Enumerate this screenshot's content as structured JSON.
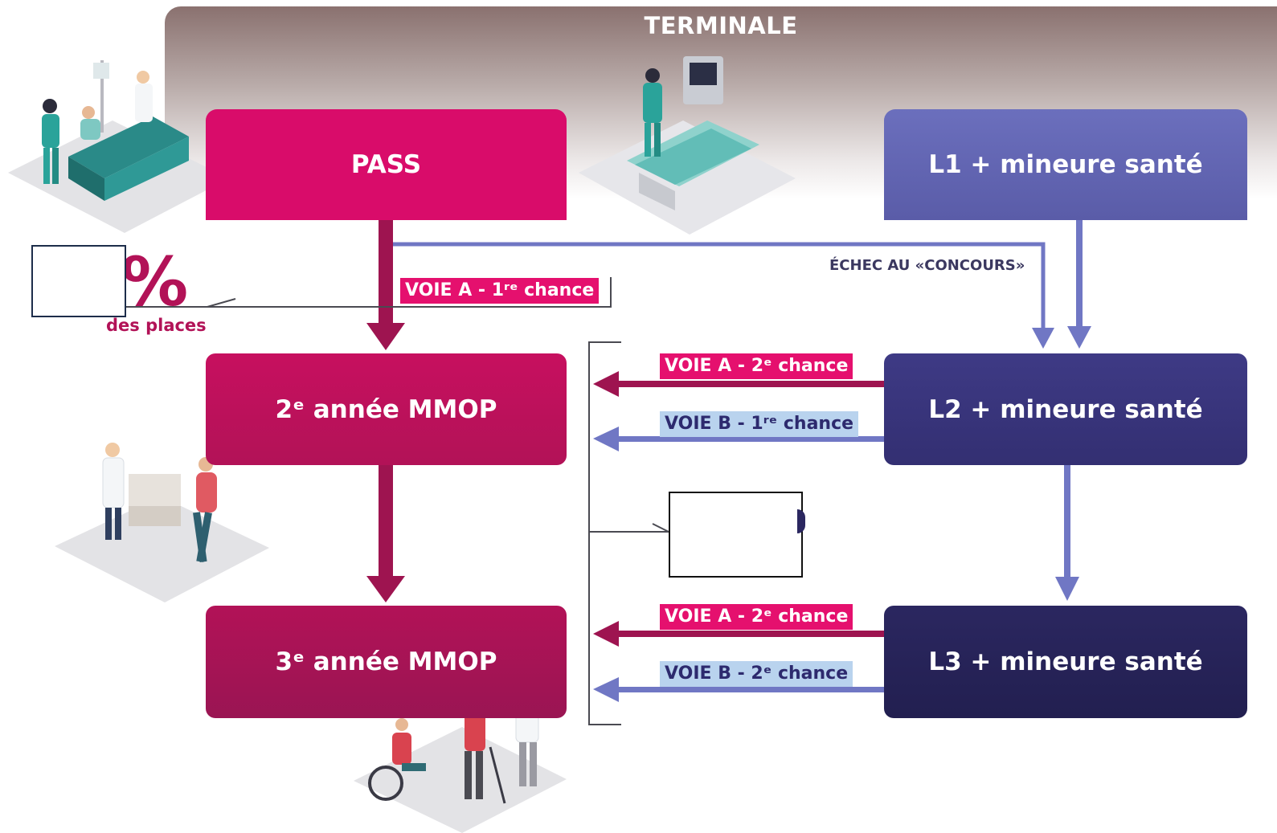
{
  "header": {
    "title": "TERMINALE"
  },
  "boxes": {
    "pass": "PASS",
    "mmop2": "2ᵉ année MMOP",
    "mmop3": "3ᵉ année MMOP",
    "l1": "L1 + mineure santé",
    "l2": "L2 + mineure santé",
    "l3": "L3 + mineure santé"
  },
  "tags": {
    "pass_voie_a": "VOIE A - 1ʳᵉ chance",
    "l2_voie_a": "VOIE A - 2ᵉ chance",
    "l2_voie_b": "VOIE B - 1ʳᵉ chance",
    "l3_voie_a": "VOIE A - 2ᵉ chance",
    "l3_voie_b": "VOIE B - 2ᵉ chance"
  },
  "notes": {
    "echec": "ÉCHEC AU «CONCOURS»",
    "percent": "%",
    "des_places": "des places"
  },
  "colors": {
    "pass": "#d90c6a",
    "mmop": "#b21257",
    "licence_light": "#6b6fbd",
    "licence_dark": "#2b2760",
    "arrow_pink": "#9e1450",
    "arrow_blue": "#7077c4",
    "tag_b_bg": "#b9d3ee"
  }
}
